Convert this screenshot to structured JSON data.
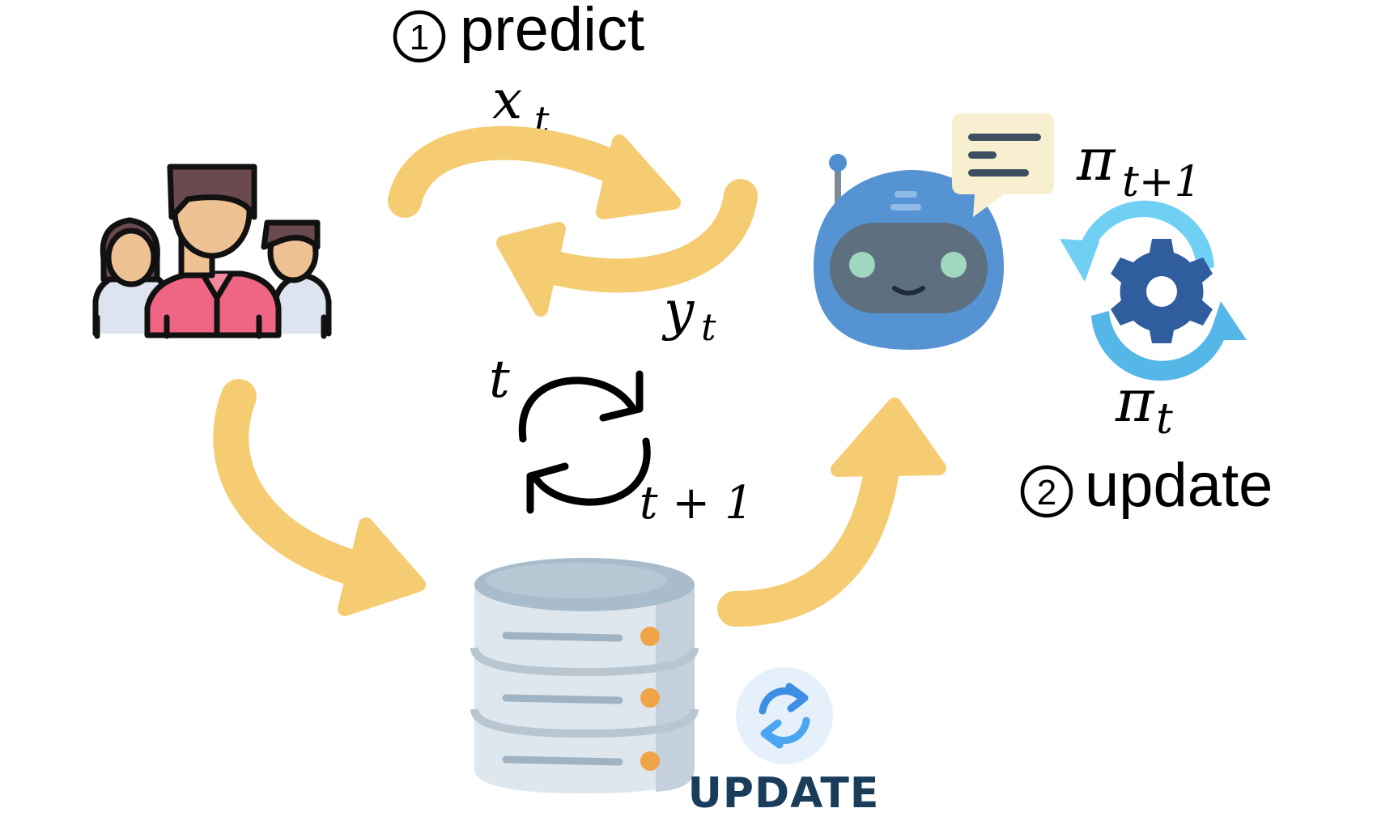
{
  "steps": {
    "predict": {
      "number": "1",
      "label": "predict"
    },
    "update": {
      "number": "2",
      "label": "update"
    }
  },
  "math_labels": {
    "x": "x",
    "x_sub": "t",
    "y": "y",
    "y_sub": "t",
    "pi_next": "π",
    "pi_next_sub": "t+1",
    "pi": "π",
    "pi_sub": "t",
    "time_t": "t",
    "time_next": "t + 1"
  },
  "database_badge": {
    "text": "UPDATE"
  },
  "colors": {
    "arrow": "#f6cc73",
    "robot_head": "#4f8fd1",
    "robot_face": "#5f6f7e",
    "gear_ring": "#5fc2ee",
    "gear": "#2f5d9e",
    "database_body": "#dfe7ee",
    "database_top": "#a9bccb",
    "database_light": "#f0a448",
    "badge_bg": "#e6f0fa",
    "badge_arrows": "#3d8fe3"
  },
  "icons": [
    "users-icon",
    "robot-icon",
    "chat-bubble-icon",
    "gear-sync-icon",
    "database-icon",
    "refresh-icon",
    "cycle-icon"
  ]
}
